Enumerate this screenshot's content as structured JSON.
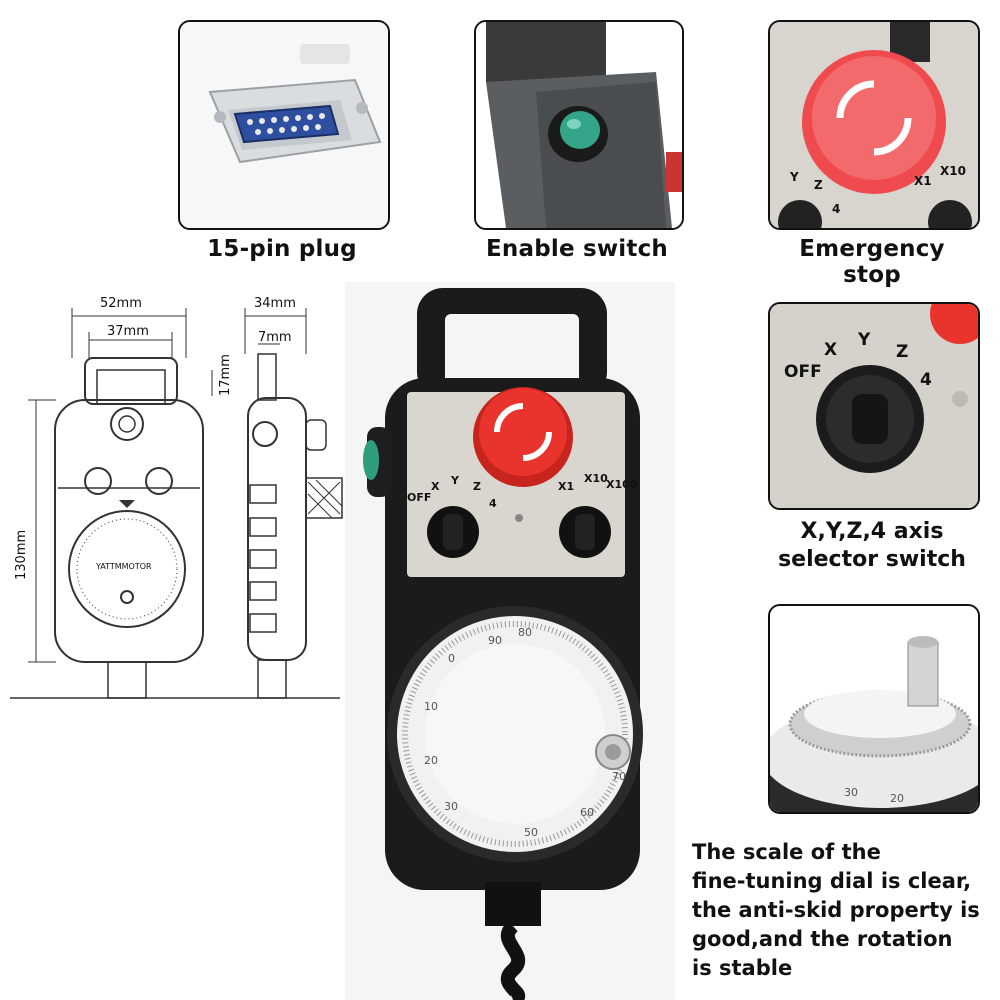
{
  "captions": {
    "plug": "15-pin plug",
    "enable": "Enable switch",
    "estop": "Emergency stop",
    "axis_line1": "X,Y,Z,4 axis",
    "axis_line2": "selector switch"
  },
  "description": {
    "line1": "The scale of the",
    "line2": "fine-tuning dial is clear,",
    "line3": "the anti-skid property is",
    "line4": "good,and the rotation",
    "line5": "is stable"
  },
  "dimensions": {
    "width_outer": "52mm",
    "width_inner": "37mm",
    "depth": "34mm",
    "depth_inner": "7mm",
    "handle_height": "17mm",
    "height": "130mm"
  },
  "drawing_label": "YATTMMOTOR",
  "axis_labels": {
    "off": "OFF",
    "x": "X",
    "y": "Y",
    "z": "Z",
    "four": "4"
  },
  "mult_labels": {
    "x1": "X1",
    "x10": "X10",
    "x100": "X100"
  },
  "dial_scale": [
    "80",
    "90",
    "0",
    "10",
    "20",
    "30",
    "50",
    "60",
    "70"
  ],
  "colors": {
    "estop_red": "#e8342d",
    "enable_green": "#2f9e7e",
    "body_black": "#1b1b1b",
    "plate_silver": "#d9d6d0"
  }
}
